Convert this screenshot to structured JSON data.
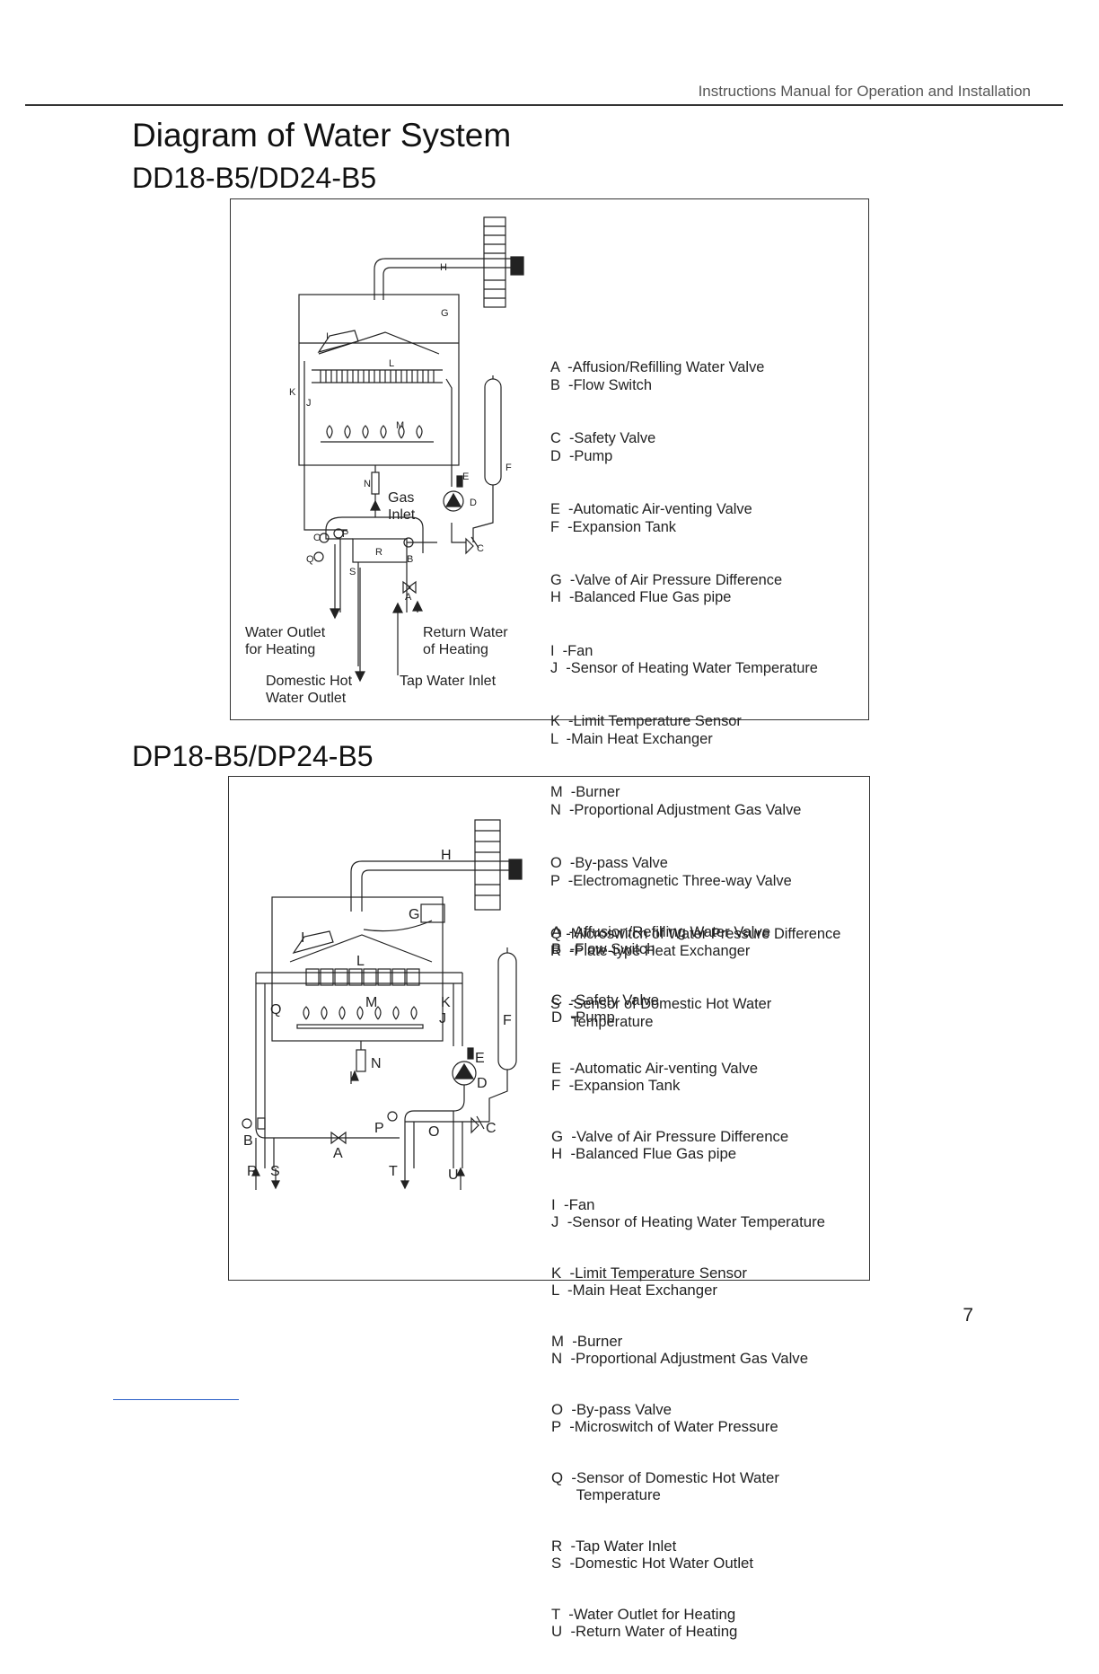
{
  "header": {
    "manual_title": "Instructions Manual for Operation and Installation"
  },
  "page": {
    "title": "Diagram of Water System",
    "number": "7"
  },
  "diagram1": {
    "model": "DD18-B5/DD24-B5",
    "labels": {
      "water_outlet_heating": [
        "Water Outlet",
        "for Heating"
      ],
      "return_water_heating": [
        "Return Water",
        "of Heating"
      ],
      "domestic_hot_water_outlet": [
        "Domestic Hot",
        "Water Outlet"
      ],
      "tap_water_inlet": "Tap Water Inlet",
      "gas_inlet": [
        "Gas",
        "Inlet"
      ]
    },
    "legend": [
      "A  -Affusion/Refilling Water Valve",
      "B  -Flow Switch",
      "C  -Safety Valve",
      "D  -Pump",
      "E  -Automatic Air-venting Valve",
      "F  -Expansion Tank",
      "G  -Valve of Air Pressure Difference",
      "H  -Balanced Flue Gas pipe",
      "I  -Fan",
      "J  -Sensor of Heating Water Temperature",
      "K  -Limit Temperature Sensor",
      "L  -Main Heat Exchanger",
      "M  -Burner",
      "N  -Proportional Adjustment Gas Valve",
      "O  -By-pass Valve",
      "P  -Electromagnetic Three-way Valve",
      "Q -Microswitch of Water Pressure Difference",
      "R  -Plate-type Heat Exchanger",
      "S  -Sensor of Domestic Hot Water",
      "     Temperature"
    ]
  },
  "diagram2": {
    "model": "DP18-B5/DP24-B5",
    "legend": [
      "A  -Affusion/Refilling Water Valve",
      "B  -Flow Switch",
      "C  -Safety Valve",
      "D  -Pump",
      "E  -Automatic Air-venting Valve",
      "F  -Expansion Tank",
      "G  -Valve of Air Pressure Difference",
      "H  -Balanced Flue Gas pipe",
      "I  -Fan",
      "J  -Sensor of Heating Water Temperature",
      "K  -Limit Temperature Sensor",
      "L  -Main Heat Exchanger",
      "M  -Burner",
      "N  -Proportional Adjustment Gas Valve",
      "O  -By-pass Valve",
      "P  -Microswitch of Water Pressure",
      "Q  -Sensor of Domestic Hot Water",
      "      Temperature",
      "R  -Tap Water Inlet",
      "S  -Domestic Hot Water Outlet",
      "T  -Water Outlet for Heating",
      "U  -Return Water of Heating"
    ]
  }
}
